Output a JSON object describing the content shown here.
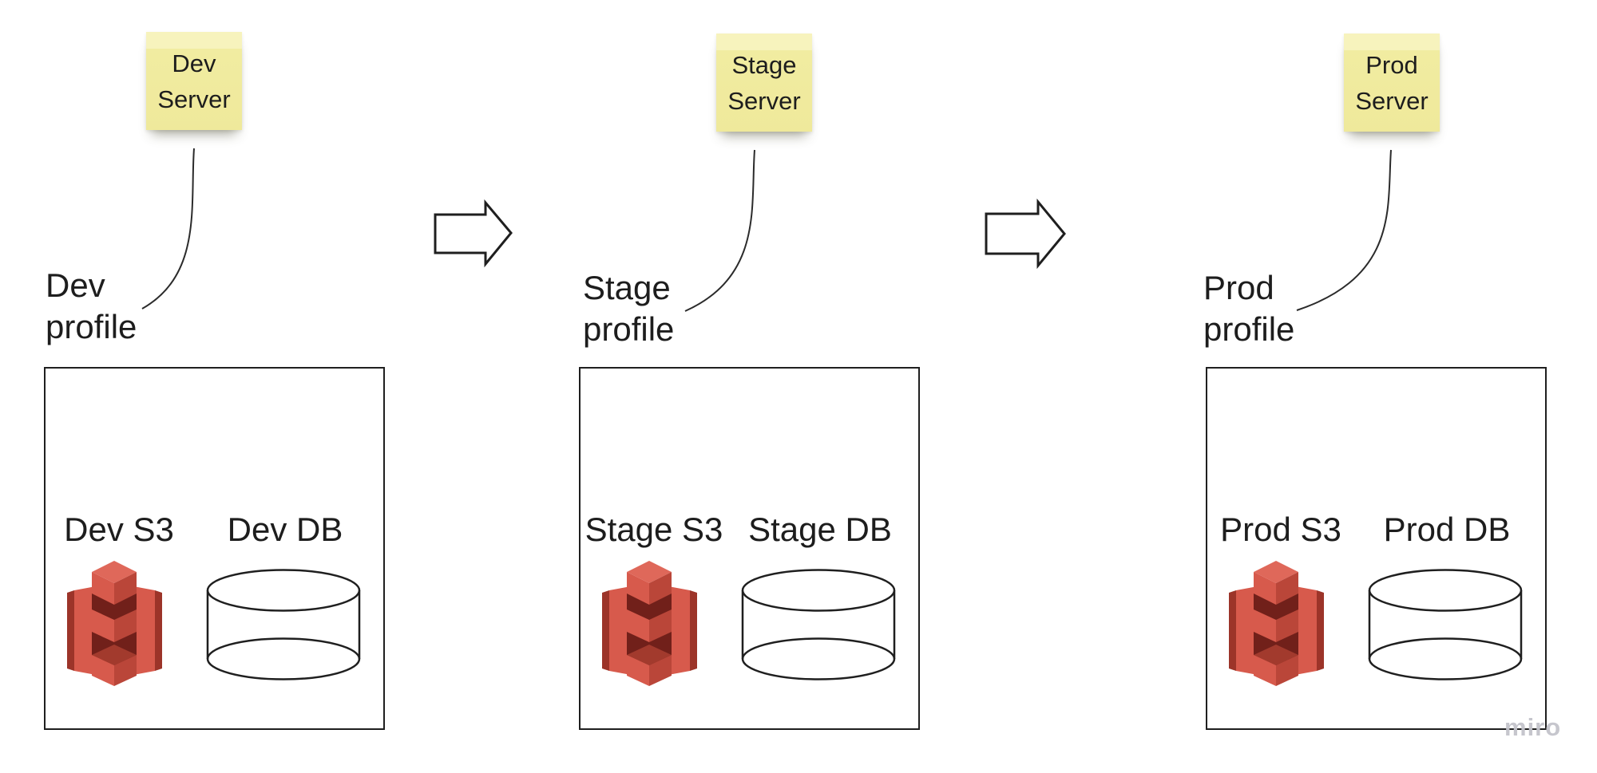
{
  "board": {
    "background": "#ffffff",
    "watermark": "miro"
  },
  "colors": {
    "sticky_note_fill": "#f1eca1",
    "sticky_note_top_strip": "#f7f3bd",
    "outline_black": "#1f1f1f",
    "connector_line": "#2b2b2b",
    "arrow_fill": "#ffffff",
    "s3_red_bright": "#d75a4c",
    "s3_red_light": "#df685a",
    "s3_red_medium": "#ba4639",
    "s3_red_dark": "#9c3429",
    "s3_red_crevice": "#71201a",
    "watermark_gray": "#c3c4cb"
  },
  "environments": [
    {
      "id": "dev",
      "sticky_label": "Dev\nServer",
      "profile_label": "Dev\nprofile",
      "s3_label": "Dev S3",
      "db_label": "Dev DB"
    },
    {
      "id": "stage",
      "sticky_label": "Stage\nServer",
      "profile_label": "Stage\nprofile",
      "s3_label": "Stage S3",
      "db_label": "Stage DB"
    },
    {
      "id": "prod",
      "sticky_label": "Prod\nServer",
      "profile_label": "Prod\nprofile",
      "s3_label": "Prod S3",
      "db_label": "Prod DB"
    }
  ]
}
